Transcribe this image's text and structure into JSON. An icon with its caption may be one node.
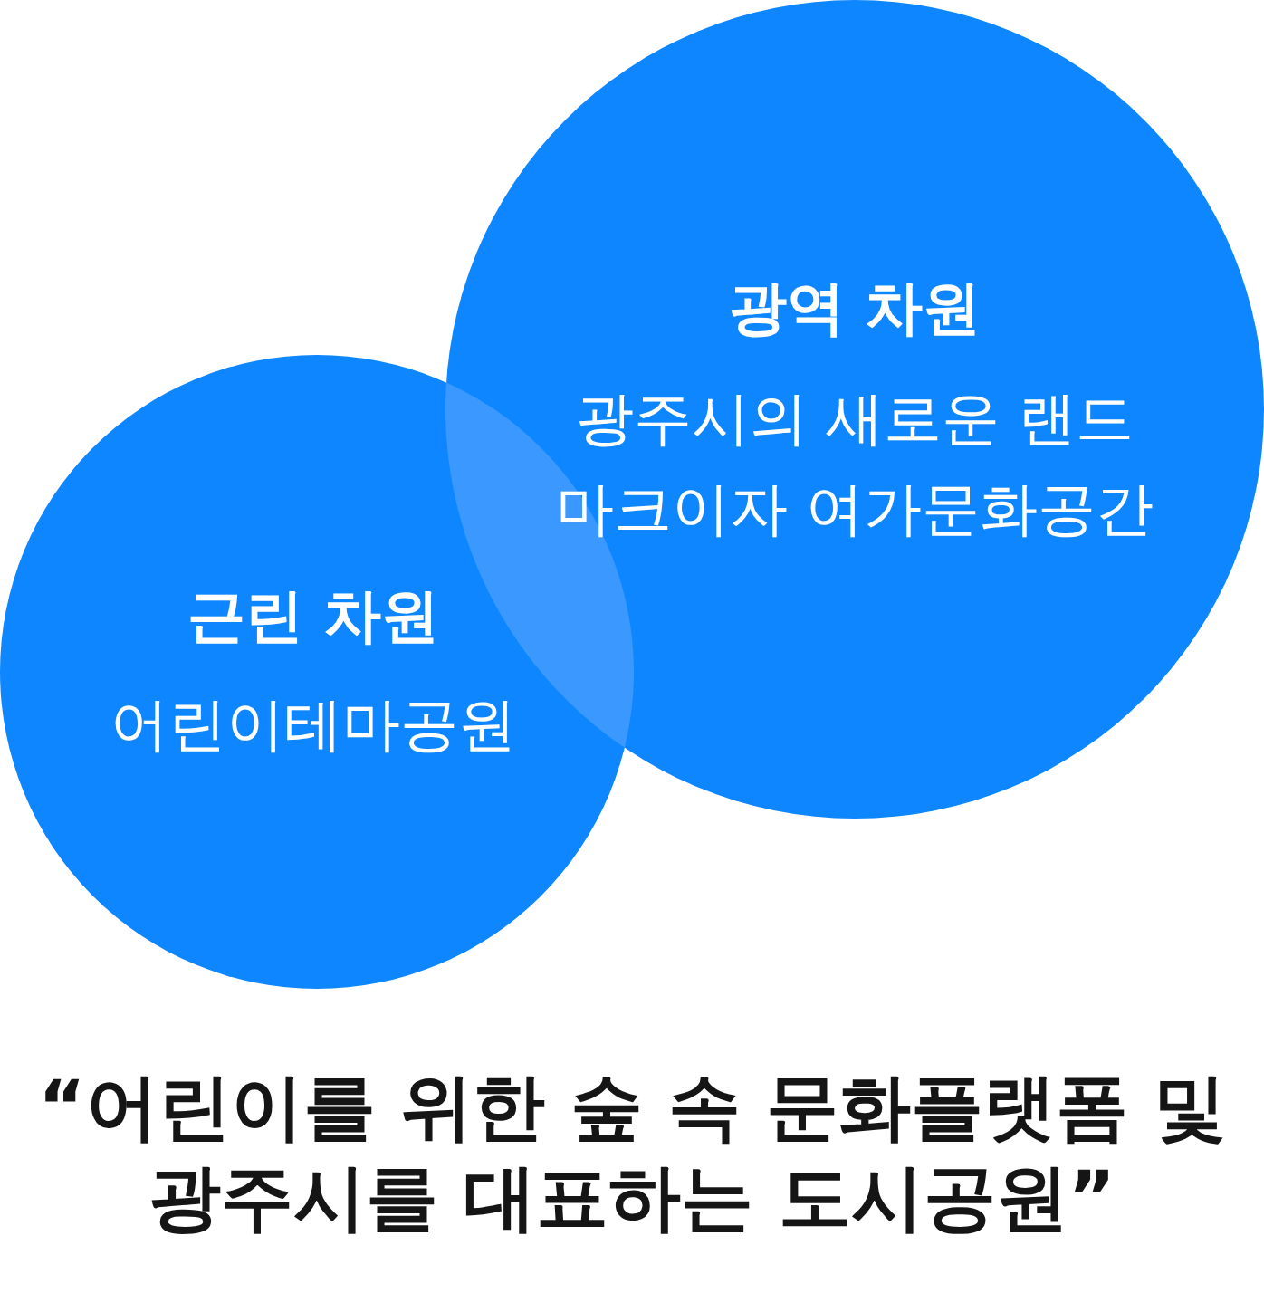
{
  "diagram": {
    "caption": "“어린이를 위한 숲 속 문화플랫폼 및 광주시를 대표하는 도시공원”",
    "nodes": [
      {
        "text": [
          "광역 차원",
          "광주시의 새로운 랜드 마크이자 여가문화공간"
        ]
      },
      {
        "text": [
          "근린 차원",
          "어린이테마공원"
        ]
      }
    ]
  }
}
